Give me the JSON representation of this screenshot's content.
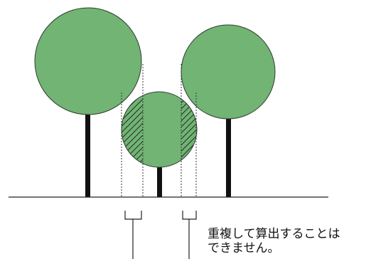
{
  "colors": {
    "canopy_fill": "#71b474",
    "canopy_stroke": "#2f3b2f",
    "trunk": "#111111",
    "ground": "#222222",
    "guide_line": "#333333",
    "hatch": "#1f2a1f"
  },
  "trees": [
    {
      "name": "left-tree"
    },
    {
      "name": "center-tree"
    },
    {
      "name": "right-tree"
    }
  ],
  "annotation": {
    "line1": "重複して算出することは",
    "line2": "できません。"
  }
}
